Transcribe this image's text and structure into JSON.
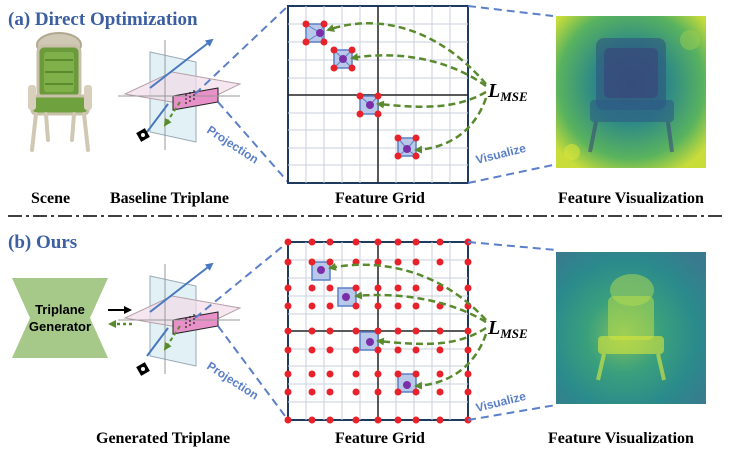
{
  "top": {
    "title": "(a) Direct Optimization",
    "captions": {
      "scene": "Scene",
      "triplane": "Baseline Triplane",
      "grid": "Feature Grid",
      "vis": "Feature Visualization"
    },
    "projection": "Projection",
    "visualize": "Visualize",
    "loss_main": "L",
    "loss_sub": "MSE"
  },
  "bottom": {
    "title": "(b) Ours",
    "generator_line1": "Triplane",
    "generator_line2": "Generator",
    "captions": {
      "triplane": "Generated Triplane",
      "grid": "Feature Grid",
      "vis": "Feature Visualization"
    },
    "projection": "Projection",
    "visualize": "Visualize",
    "loss_main": "L",
    "loss_sub": "MSE"
  },
  "colors": {
    "title_blue": "#3b5fa0",
    "dashed_blue": "#5b7fc8",
    "point_red": "#e8222a",
    "point_purple": "#7a2fa8",
    "arrow_green": "#5a8a2e",
    "generator_green": "#a6c98a"
  }
}
